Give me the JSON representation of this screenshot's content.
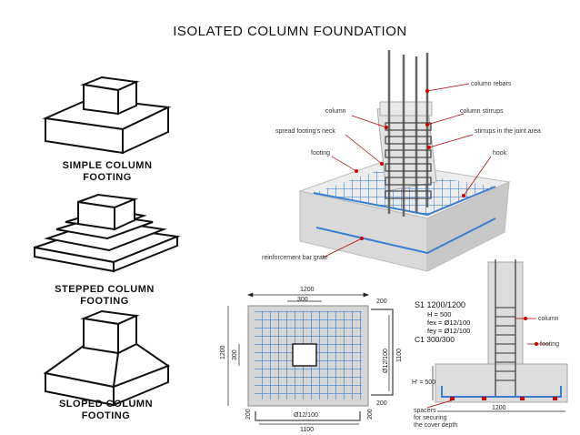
{
  "title": "ISOLATED COLUMN FOUNDATION",
  "footings": {
    "simple": {
      "line1": "SIMPLE COLUMN",
      "line2": "FOOTING"
    },
    "stepped": {
      "line1": "STEPPED COLUMN",
      "line2": "FOOTING"
    },
    "sloped": {
      "line1": "SLOPED COLUMN",
      "line2": "FOOTING"
    }
  },
  "iso_labels": {
    "column_rebars": "column rebars",
    "column": "column",
    "column_stirrups": "column stirrups",
    "neck": "spread footing's neck",
    "joint": "stirrups in the joint area",
    "footing": "footing",
    "hook": "hook",
    "grate": "reinforcement bar grate"
  },
  "plan": {
    "dim_top": "1200",
    "dim_col": "300",
    "dim_left": "1200",
    "dim_left_col": "300",
    "bar_side": "Ø12/100",
    "dim_side_1100": "1100",
    "right_top": "200",
    "right_bottom": "200",
    "bar_bottom": "Ø12/100",
    "dim_bottom_1100": "1100",
    "left_200": "200",
    "right_200": "200"
  },
  "spec": {
    "s1": "S1 1200/1200",
    "h": "H = 500",
    "fex": "fex = Ø12/100",
    "fey": "fey = Ø12/100",
    "c1": "C1 300/300"
  },
  "section": {
    "column": "column",
    "footing": "footing",
    "h500": "H' = 500",
    "dim_bottom": "1200",
    "spacers1": "spacers",
    "spacers2": "for securing",
    "spacers3": "the cover depth"
  }
}
